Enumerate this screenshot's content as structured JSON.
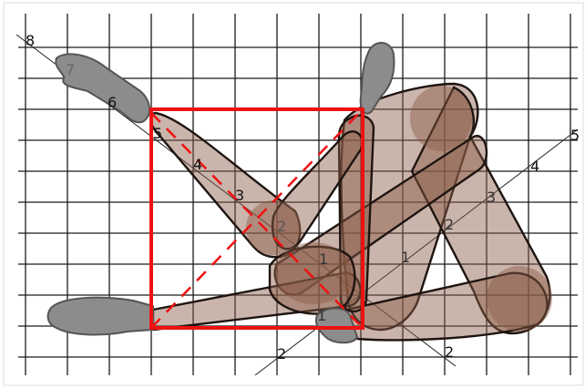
{
  "colors": {
    "background": "#ffffff",
    "grid": "#1a1a1a",
    "highlight": "#ee1111",
    "limb_fill": "#8a5a48",
    "hand_fill": "#8c8c8c",
    "hand_stroke": "#555555",
    "axis": "#222222"
  },
  "labels": {
    "diag_a": [
      "8",
      "7",
      "6",
      "5",
      "4",
      "3",
      "2",
      "1"
    ],
    "diag_a_end": "2",
    "diag_b": [
      "2",
      "1",
      "1",
      "2",
      "3",
      "4",
      "5"
    ]
  }
}
